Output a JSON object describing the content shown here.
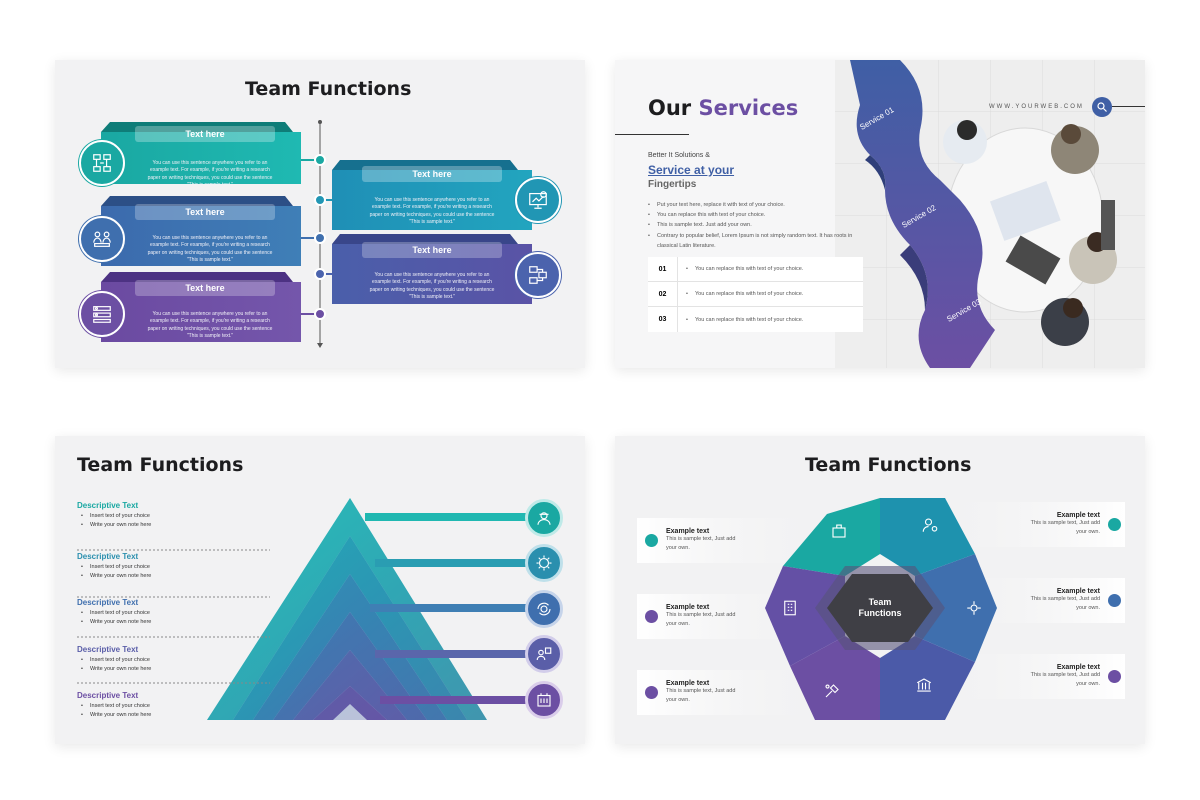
{
  "slide1": {
    "title": "Team Functions",
    "left_cards": [
      {
        "label": "Text here",
        "body": "You can use this sentence anywhere you refer to an\nexample text. For example, if you're writing a research\npaper on writing techniques, you could use the sentence\n\"This is sample text.\"",
        "icon": "org-chart-icon",
        "color": "#1aa8a2"
      },
      {
        "label": "Text here",
        "body": "You can use this sentence anywhere you refer to an\nexample text. For example, if you're writing a research\npaper on writing techniques, you could use the sentence\n\"This is sample text.\"",
        "icon": "meeting-icon",
        "color": "#3f6fae"
      },
      {
        "label": "Text here",
        "body": "You can use this sentence anywhere you refer to an\nexample text. For example, if you're writing a research\npaper on writing techniques, you could use the sentence\n\"This is sample text.\"",
        "icon": "flowchart-icon",
        "color": "#6c4fa3"
      }
    ],
    "right_cards": [
      {
        "label": "Text here",
        "body": "You can use this sentence anywhere you refer to an\nexample text. For example, if you're writing a research\npaper on writing techniques, you could use the sentence\n\"This is sample text.\"",
        "icon": "presentation-icon",
        "color": "#2196b4"
      },
      {
        "label": "Text here",
        "body": "You can use this sentence anywhere you refer to an\nexample text. For example, if you're writing a research\npaper on writing techniques, you could use the sentence\n\"This is sample text.\"",
        "icon": "process-icon",
        "color": "#4b63ad"
      }
    ]
  },
  "slide2": {
    "title_a": "Our",
    "title_b": "Services",
    "url": "WWW.YOURWEB.COM",
    "tagline1": "Better It Solutions &",
    "tagline2": "Service at your",
    "tagline3": "Fingertips",
    "bullets": [
      "Put your text here, replace it with text of your choice.",
      "You can replace this with text of your choice.",
      "This is sample text. Just add your own.",
      "Contrary to popular belief, Lorem Ipsum is not simply random text. It has roots in classical Latin literature."
    ],
    "rows": [
      {
        "num": "01",
        "text": "You can replace this with text of your choice."
      },
      {
        "num": "02",
        "text": "You can replace this with text of your choice."
      },
      {
        "num": "03",
        "text": "You can replace this with text of your choice."
      }
    ],
    "ribbon_labels": [
      "Service 01",
      "Service 02",
      "Service 03"
    ],
    "colors": {
      "accent": "#6c4fa3",
      "blue": "#3f5fa5"
    }
  },
  "slide3": {
    "title": "Team Functions",
    "items": [
      {
        "heading": "Descriptive Text",
        "b1": "Insert text of your choice",
        "b2": "Write your own note here",
        "color": "#1aa8a2",
        "icon": "worker-icon"
      },
      {
        "heading": "Descriptive Text",
        "b1": "Insert text of your choice",
        "b2": "Write your own note here",
        "color": "#2a8fae",
        "icon": "gear-bitcoin-icon"
      },
      {
        "heading": "Descriptive Text",
        "b1": "Insert text of your choice",
        "b2": "Write your own note here",
        "color": "#3f6fae",
        "icon": "cycle-gear-icon"
      },
      {
        "heading": "Descriptive Text",
        "b1": "Insert text of your choice",
        "b2": "Write your own note here",
        "color": "#5a5ea8",
        "icon": "team-chart-icon"
      },
      {
        "heading": "Descriptive Text",
        "b1": "Insert text of your choice",
        "b2": "Write your own note here",
        "color": "#6c4fa3",
        "icon": "tools-icon"
      }
    ]
  },
  "slide4": {
    "title": "Team Functions",
    "center_l1": "Team",
    "center_l2": "Functions",
    "left_items": [
      {
        "heading": "Example text",
        "body": "This is sample text, Just add\nyour own.",
        "color": "#1aa8a2"
      },
      {
        "heading": "Example text",
        "body": "This is sample text, Just add\nyour own.",
        "color": "#6c4fa3"
      },
      {
        "heading": "Example text",
        "body": "This is sample text, Just add\nyour own.",
        "color": "#6c4fa3"
      }
    ],
    "right_items": [
      {
        "heading": "Example text",
        "body": "This is sample text, Just add\nyour own.",
        "color": "#1aa8a2"
      },
      {
        "heading": "Example text",
        "body": "This is sample text, Just add\nyour own.",
        "color": "#3f6fae"
      },
      {
        "heading": "Example text",
        "body": "This is sample text, Just add\nyour own.",
        "color": "#6c4fa3"
      }
    ],
    "segment_icons": [
      "worker-icon",
      "settings-person-icon",
      "gear-network-icon",
      "bank-icon",
      "tools-icon",
      "building-icon"
    ]
  }
}
